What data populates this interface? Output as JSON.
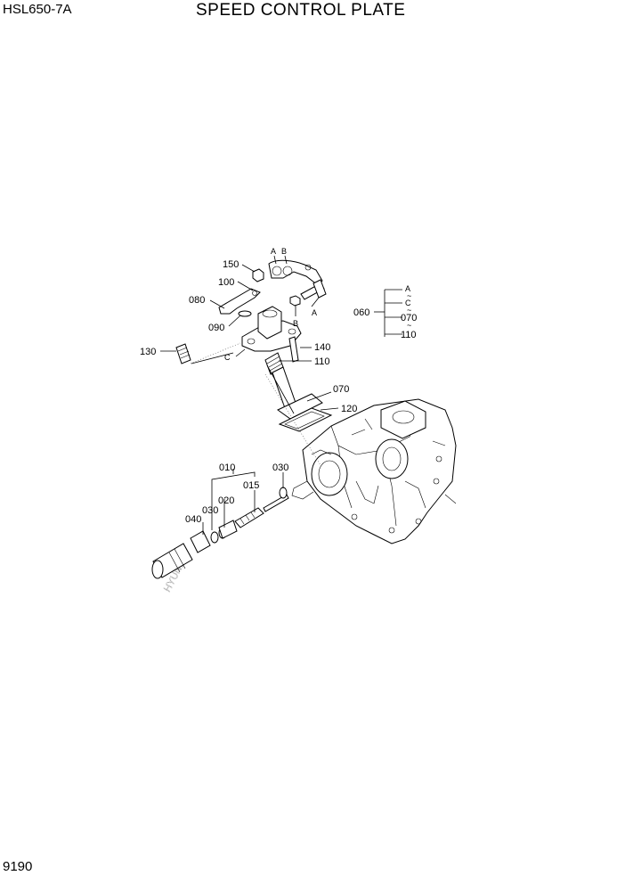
{
  "header": {
    "model": "HSL650-7A",
    "title": "SPEED CONTROL PLATE"
  },
  "footer": {
    "page_number": "9190"
  },
  "callouts": [
    "150",
    "100",
    "080",
    "090",
    "130",
    "140",
    "110",
    "070",
    "120",
    "010",
    "030",
    "015",
    "020",
    "030",
    "040",
    "060",
    "070",
    "110"
  ],
  "letters": [
    "A",
    "B",
    "A",
    "B",
    "C",
    "A",
    "C"
  ],
  "watermark": "HYUNDAI"
}
